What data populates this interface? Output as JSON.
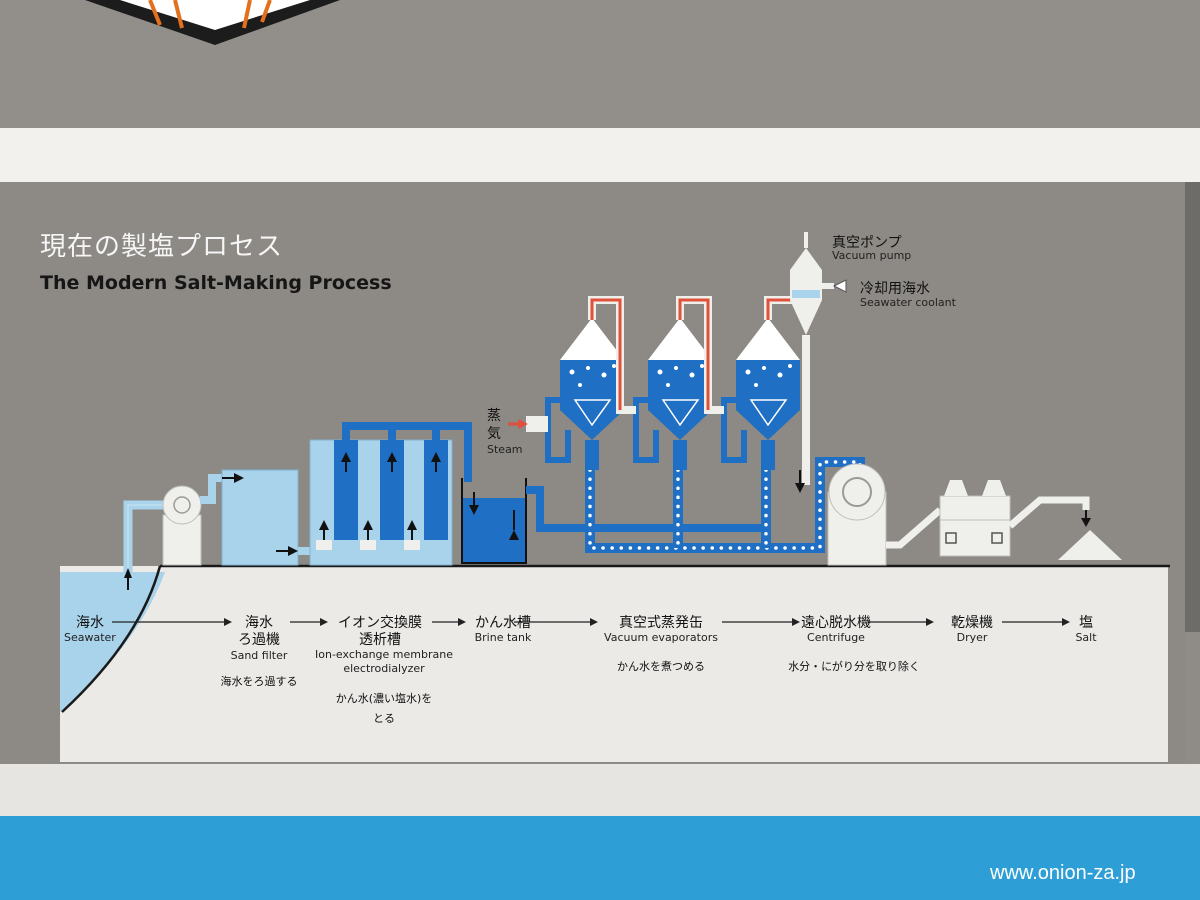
{
  "title": {
    "jp": "現在の製塩プロセス",
    "en": "The Modern Salt-Making Process"
  },
  "equipment_labels": {
    "vacuum_pump_jp": "真空ポンプ",
    "vacuum_pump_en": "Vacuum pump",
    "coolant_jp": "冷却用海水",
    "coolant_en": "Seawater coolant",
    "steam_jp_1": "蒸",
    "steam_jp_2": "気",
    "steam_en": "Steam"
  },
  "process": {
    "seawater": {
      "jp": "海水",
      "en": "Seawater"
    },
    "sand_filter": {
      "jp1": "海水",
      "jp2": "ろ過機",
      "en": "Sand filter",
      "note": "海水をろ過する"
    },
    "electrodialyzer": {
      "jp1": "イオン交換膜",
      "jp2": "透析槽",
      "en1": "Ion-exchange membrane",
      "en2": "electrodialyzer",
      "note1": "かん水(濃い塩水)を",
      "note2": "とる"
    },
    "brine_tank": {
      "jp": "かん水槽",
      "en": "Brine tank"
    },
    "vacuum_evaporators": {
      "jp": "真空式蒸発缶",
      "en": "Vacuum evaporators",
      "note": "かん水を煮つめる"
    },
    "centrifuge": {
      "jp": "遠心脱水機",
      "en": "Centrifuge",
      "note": "水分・にがり分を取り除く"
    },
    "dryer": {
      "jp": "乾燥機",
      "en": "Dryer"
    },
    "salt": {
      "jp": "塩",
      "en": "Salt"
    }
  },
  "watermark": "www.onion-za.jp",
  "colors": {
    "brine_blue": "#1f6fc4",
    "light_blue": "#a9d3ea",
    "steam_red": "#e0503a",
    "machine_white": "#efefec",
    "panel_gray": "#8d8a85",
    "band_blue": "#2e9fd6"
  }
}
